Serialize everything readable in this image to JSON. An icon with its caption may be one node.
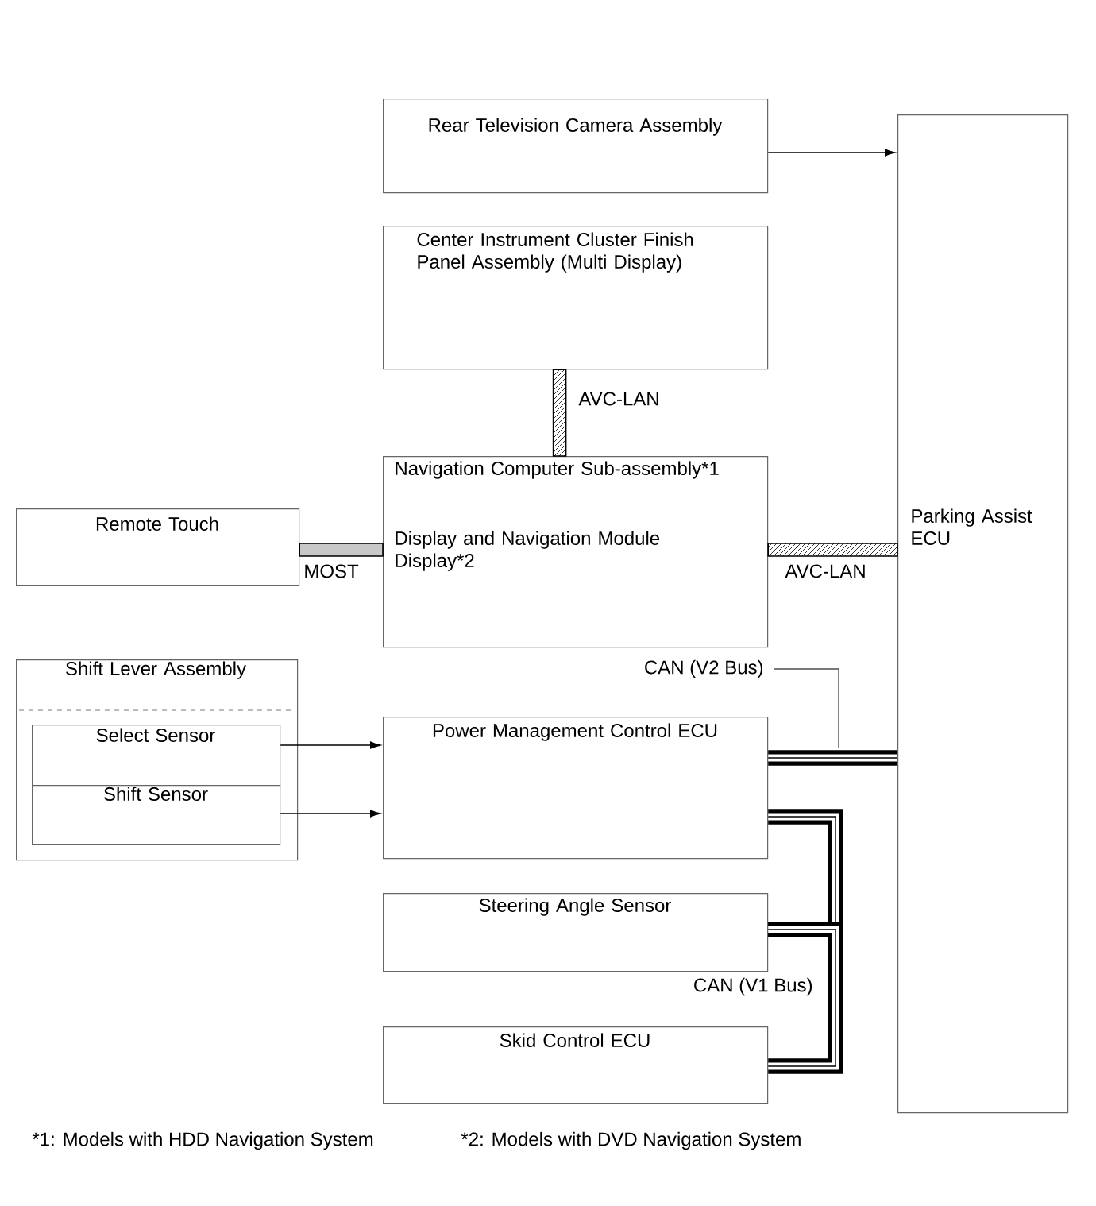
{
  "diagram": {
    "nodes": [
      {
        "text": [
          "Rear Television Camera Assembly"
        ]
      },
      {
        "text": [
          "Center Instrument Cluster Finish Panel Assembly (Multi Display)"
        ]
      },
      {
        "text": [
          "Navigation Computer Sub-assembly*1",
          "Display and Navigation Module Display*2"
        ]
      },
      {
        "text": [
          "Remote Touch"
        ]
      },
      {
        "text": [
          "Parking Assist ECU"
        ]
      },
      {
        "text": [
          "Shift Lever Assembly"
        ]
      },
      {
        "text": [
          "Select Sensor"
        ],
        "in": 5
      },
      {
        "text": [
          "Shift Sensor"
        ],
        "in": 5
      },
      {
        "text": [
          "Power Management Control ECU"
        ]
      },
      {
        "text": [
          "Steering Angle Sensor"
        ]
      },
      {
        "text": [
          "Skid Control ECU"
        ]
      }
    ],
    "edges": [
      {
        "from": 0,
        "to": 4,
        "arrow": "to"
      },
      {
        "from": 1,
        "to": 2,
        "arrow": "none",
        "label": "AVC-LAN",
        "style": "thick"
      },
      {
        "from": 3,
        "to": 2,
        "arrow": "none",
        "label": "MOST",
        "style": "thick",
        "color": "#c8c8c8"
      },
      {
        "from": 2,
        "to": 4,
        "arrow": "none",
        "label": "AVC-LAN",
        "style": "thick"
      },
      {
        "from": 6,
        "to": 8,
        "arrow": "to"
      },
      {
        "from": 7,
        "to": 8,
        "arrow": "to"
      },
      {
        "from": 8,
        "to": 4,
        "arrow": "none",
        "label": "CAN (V2 Bus)",
        "style": "thick"
      },
      {
        "from": 8,
        "to": 9,
        "arrow": "none",
        "style": "thick"
      },
      {
        "from": 9,
        "to": 10,
        "arrow": "none",
        "label": "CAN (V1 Bus)",
        "style": "thick"
      }
    ],
    "labels": [
      "*1: Models with HDD Navigation System",
      "*2: Models with DVD Navigation System"
    ]
  }
}
